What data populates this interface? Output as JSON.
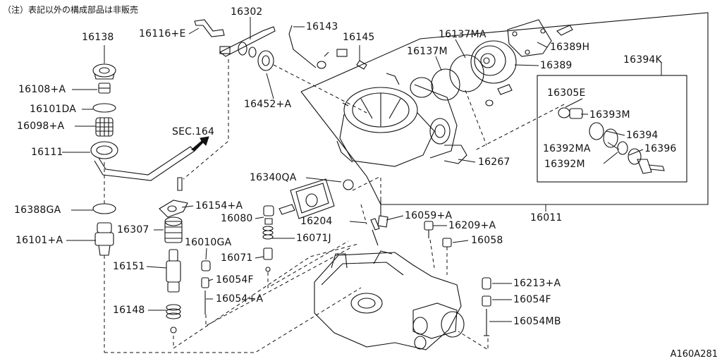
{
  "note": "（注）表記以外の構成部品は非販売",
  "diagram_code": "A160A281",
  "section_ref": "SEC.164",
  "parts": {
    "p16302": "16302",
    "p16116e": "16116+E",
    "p16143": "16143",
    "p16145": "16145",
    "p16137ma": "16137MA",
    "p16137m": "16137M",
    "p16389h": "16389H",
    "p16389": "16389",
    "p16394k": "16394K",
    "p16305e": "16305E",
    "p16393m": "16393M",
    "p16394": "16394",
    "p16392ma": "16392MA",
    "p16396": "16396",
    "p16392m": "16392M",
    "p16267": "16267",
    "p16011": "16011",
    "p16138": "16138",
    "p16108a": "16108+A",
    "p16101da": "16101DA",
    "p16098a": "16098+A",
    "p16111": "16111",
    "p16388ga": "16388GA",
    "p16101a": "16101+A",
    "p16452a": "16452+A",
    "p16340qa": "16340QA",
    "p16154a": "16154+A",
    "p16080": "16080",
    "p16204": "16204",
    "p16059a": "16059+A",
    "p16209a": "16209+A",
    "p16058": "16058",
    "p16307": "16307",
    "p16010ga": "16010GA",
    "p16071j": "16071J",
    "p16071": "16071",
    "p16151": "16151",
    "p16054f_l": "16054F",
    "p16054a": "16054+A",
    "p16148": "16148",
    "p16213a": "16213+A",
    "p16054f_r": "16054F",
    "p16054mb": "16054MB"
  }
}
